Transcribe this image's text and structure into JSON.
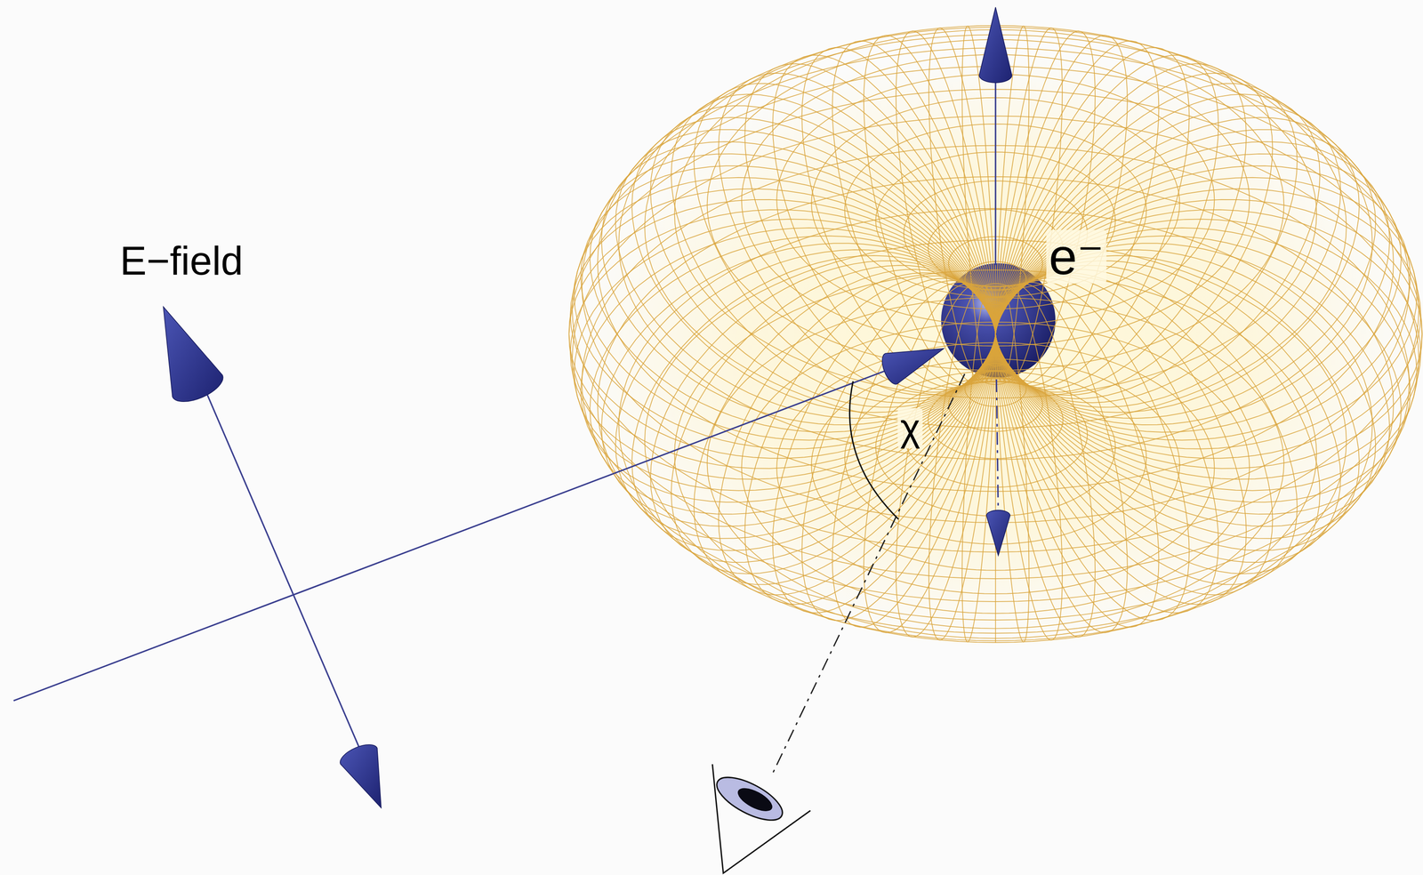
{
  "diagram": {
    "labels": [
      "E−field",
      "e⁻",
      "χ"
    ]
  }
}
